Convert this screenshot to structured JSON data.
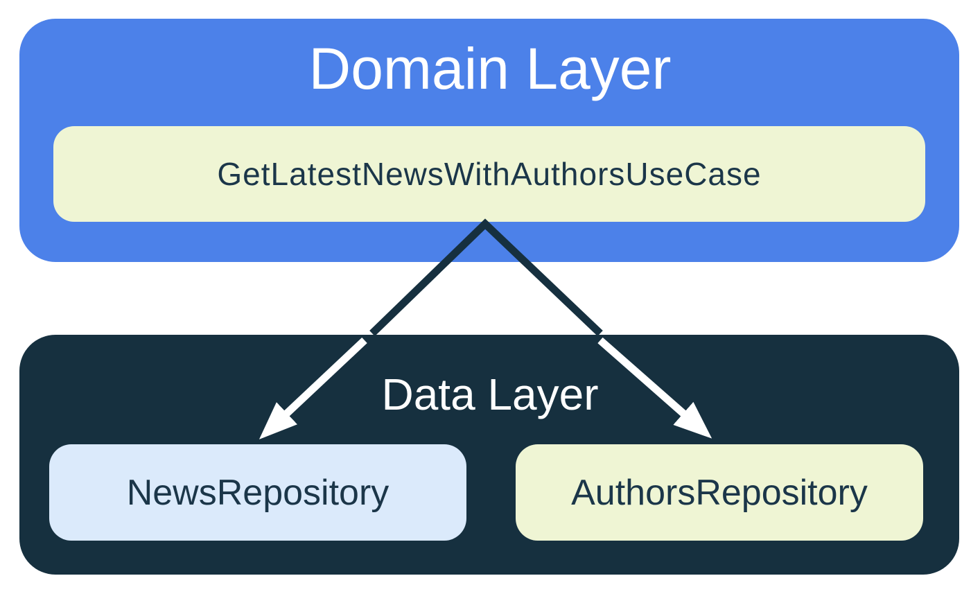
{
  "diagram": {
    "domain_layer": {
      "title": "Domain Layer",
      "use_case": {
        "label": "GetLatestNewsWithAuthorsUseCase"
      }
    },
    "data_layer": {
      "title": "Data Layer",
      "repositories": [
        {
          "label": "NewsRepository"
        },
        {
          "label": "AuthorsRepository"
        }
      ]
    },
    "connections": [
      {
        "from": "GetLatestNewsWithAuthorsUseCase",
        "to": "NewsRepository"
      },
      {
        "from": "GetLatestNewsWithAuthorsUseCase",
        "to": "AuthorsRepository"
      }
    ]
  },
  "colors": {
    "domain-blue": "#4C81E9",
    "data-navy": "#16303F",
    "chip-cream": "#EFF5D4",
    "chip-light-blue": "#DBEAFB",
    "chip-text-navy": "#1B3649",
    "title-white": "#FFFFFF",
    "canvas-white": "#FFFFFF"
  }
}
